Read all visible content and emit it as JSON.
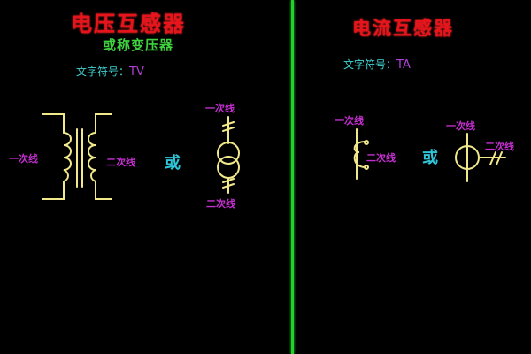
{
  "colors": {
    "background": "#000000",
    "title": "#e8141c",
    "subtitle": "#3fd13f",
    "symbol_label": "#3fd0d0",
    "symbol_value": "#b040d8",
    "wire_label": "#c52fd0",
    "or_text": "#2fc4d8",
    "drawing": "#f0e88a",
    "divider": "#22d22a"
  },
  "left_panel": {
    "title": "电压互感器",
    "subtitle": "或称变压器",
    "symbol_label": "文字符号：",
    "symbol_value": "TV",
    "primary_label": "一次线",
    "secondary_label": "二次线",
    "or_text": "或",
    "alt_primary_label": "一次线",
    "alt_secondary_label": "二次线"
  },
  "right_panel": {
    "title": "电流互感器",
    "symbol_label": "文字符号：",
    "symbol_value": "TA",
    "primary_label": "一次线",
    "secondary_label": "二次线",
    "or_text": "或",
    "alt_primary_label": "一次线",
    "alt_secondary_label": "二次线"
  }
}
